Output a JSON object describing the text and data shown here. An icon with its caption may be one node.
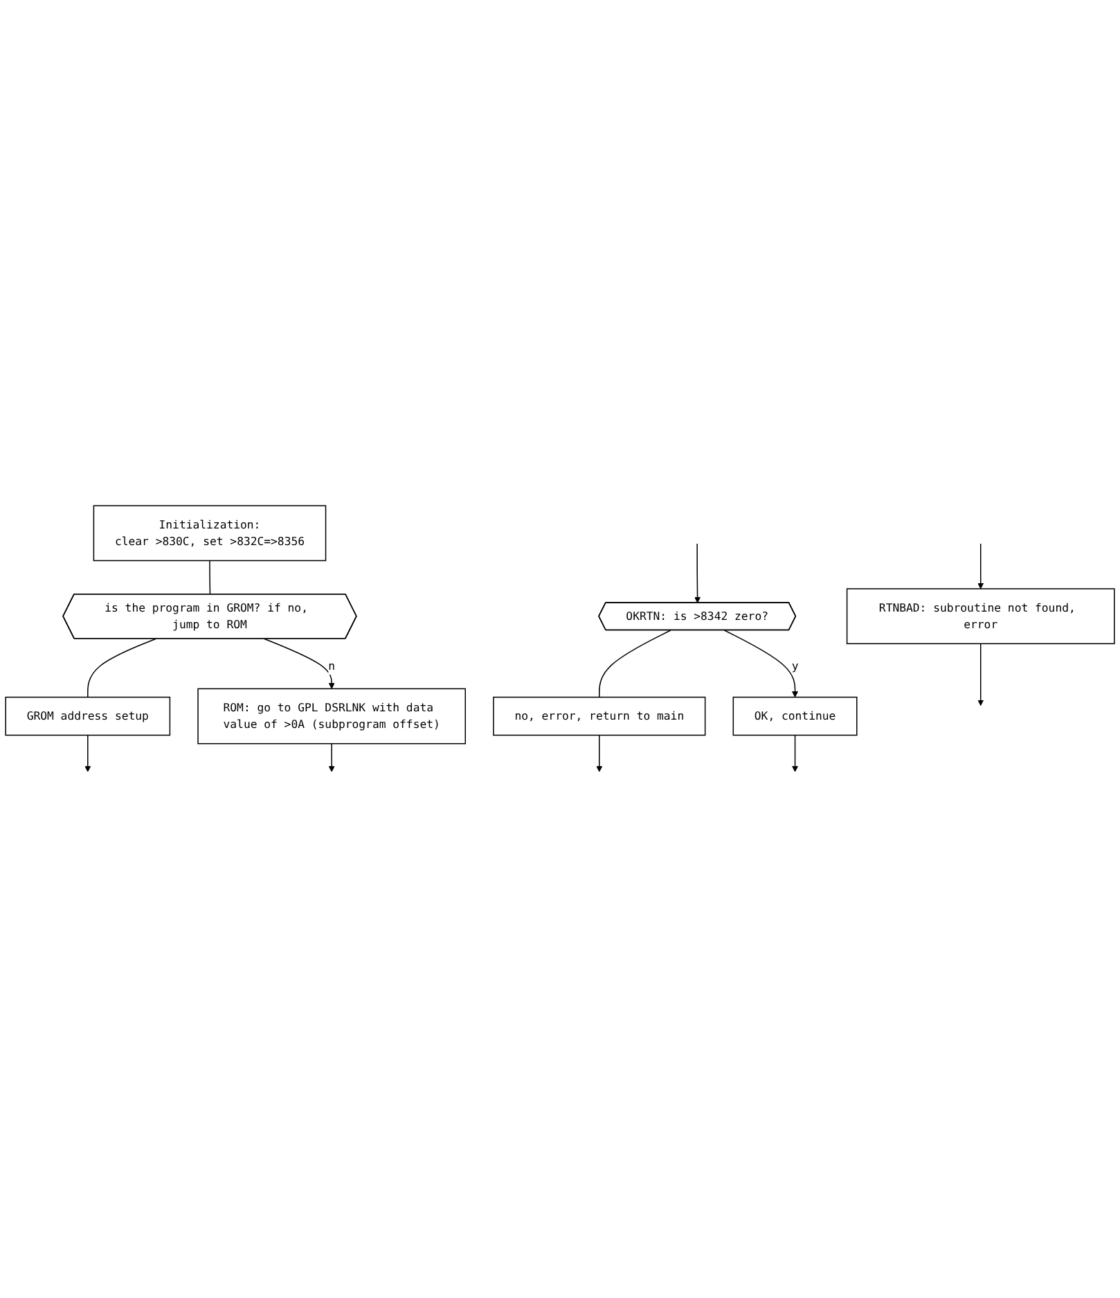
{
  "diagram": {
    "nodes": [
      {
        "text": [
          "Initialization:",
          "clear >830C, set >832C=>8356"
        ]
      },
      {
        "text": [
          "is the program in GROM? if no, jump to ROM"
        ]
      },
      {
        "text": [
          "GROM address setup"
        ]
      },
      {
        "text": [
          "ROM: go to GPL DSRLNK with data value of >0A (subprogram offset)"
        ]
      },
      {
        "text": [
          "RTNBAD: subroutine not found, error"
        ]
      },
      {
        "text": [
          "OKRTN: is >8342 zero?"
        ]
      },
      {
        "text": [
          "no, error, return to main"
        ]
      },
      {
        "text": [
          "OK, continue"
        ]
      }
    ],
    "edges": [
      {
        "from": 0,
        "to": 1,
        "arrow": "none"
      },
      {
        "from": 1,
        "to": 2,
        "arrow": "none"
      },
      {
        "from": 1,
        "to": 3,
        "arrow": "to",
        "label": "n"
      },
      {
        "from": 2,
        "to": null,
        "arrow": "to"
      },
      {
        "from": 3,
        "to": null,
        "arrow": "to"
      },
      {
        "from": null,
        "to": 4,
        "arrow": "to"
      },
      {
        "from": 4,
        "to": null,
        "arrow": "to"
      },
      {
        "from": null,
        "to": 5,
        "arrow": "to"
      },
      {
        "from": 5,
        "to": 6,
        "arrow": "none"
      },
      {
        "from": 6,
        "to": null,
        "arrow": "to"
      },
      {
        "from": 5,
        "to": 7,
        "arrow": "to",
        "label": "y"
      },
      {
        "from": 7,
        "to": null,
        "arrow": "to"
      }
    ]
  }
}
